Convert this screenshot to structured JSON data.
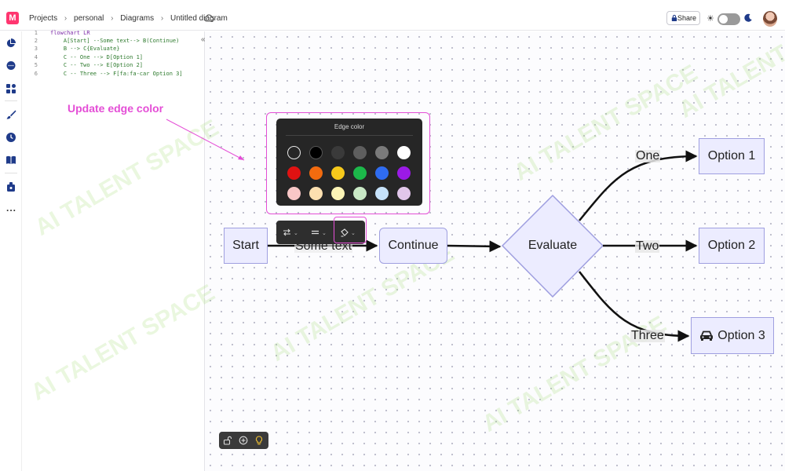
{
  "topbar": {
    "logo_glyph": "M",
    "breadcrumb": [
      "Projects",
      "personal",
      "Diagrams",
      "Untitled diagram"
    ],
    "separator": "›",
    "share_label": "Share"
  },
  "icons": {
    "sun": "☀",
    "more": "..."
  },
  "editor": {
    "collapse_glyph": "«",
    "lines": [
      {
        "n": "1",
        "text": "flowchart LR"
      },
      {
        "n": "2",
        "text": "    A[Start] --Some text--> B(Continue)"
      },
      {
        "n": "3",
        "text": "    B --> C{Evaluate}"
      },
      {
        "n": "4",
        "text": "    C -- One --> D[Option 1]"
      },
      {
        "n": "5",
        "text": "    C -- Two --> E[Option 2]"
      },
      {
        "n": "6",
        "text": "    C -- Three --> F[fa:fa-car Option 3]"
      }
    ]
  },
  "annotation": {
    "label": "Update edge color"
  },
  "diagram": {
    "nodes": {
      "start": "Start",
      "continue": "Continue",
      "evaluate": "Evaluate",
      "option1": "Option 1",
      "option2": "Option 2",
      "option3": "Option 3"
    },
    "edge_labels": {
      "some_text": "Some text",
      "one": "One",
      "two": "Two",
      "three": "Three"
    }
  },
  "edge_color_popover": {
    "title": "Edge color",
    "swatches": [
      [
        "transparent",
        "#000000",
        "#3a3a3a",
        "#5e5e5e",
        "#7a7a7a",
        "#ffffff"
      ],
      [
        "#e01212",
        "#f26b0f",
        "#f6c91b",
        "#1cb84a",
        "#2f6cf0",
        "#9b1ae6"
      ],
      [
        "#f9c7c7",
        "#fde0b0",
        "#fcf4b6",
        "#c9e8c5",
        "#c6e2fa",
        "#e1c6ea"
      ]
    ]
  },
  "edge_toolbar": {
    "caret": "⌄"
  },
  "watermark_text": "AI TALENT SPACE"
}
